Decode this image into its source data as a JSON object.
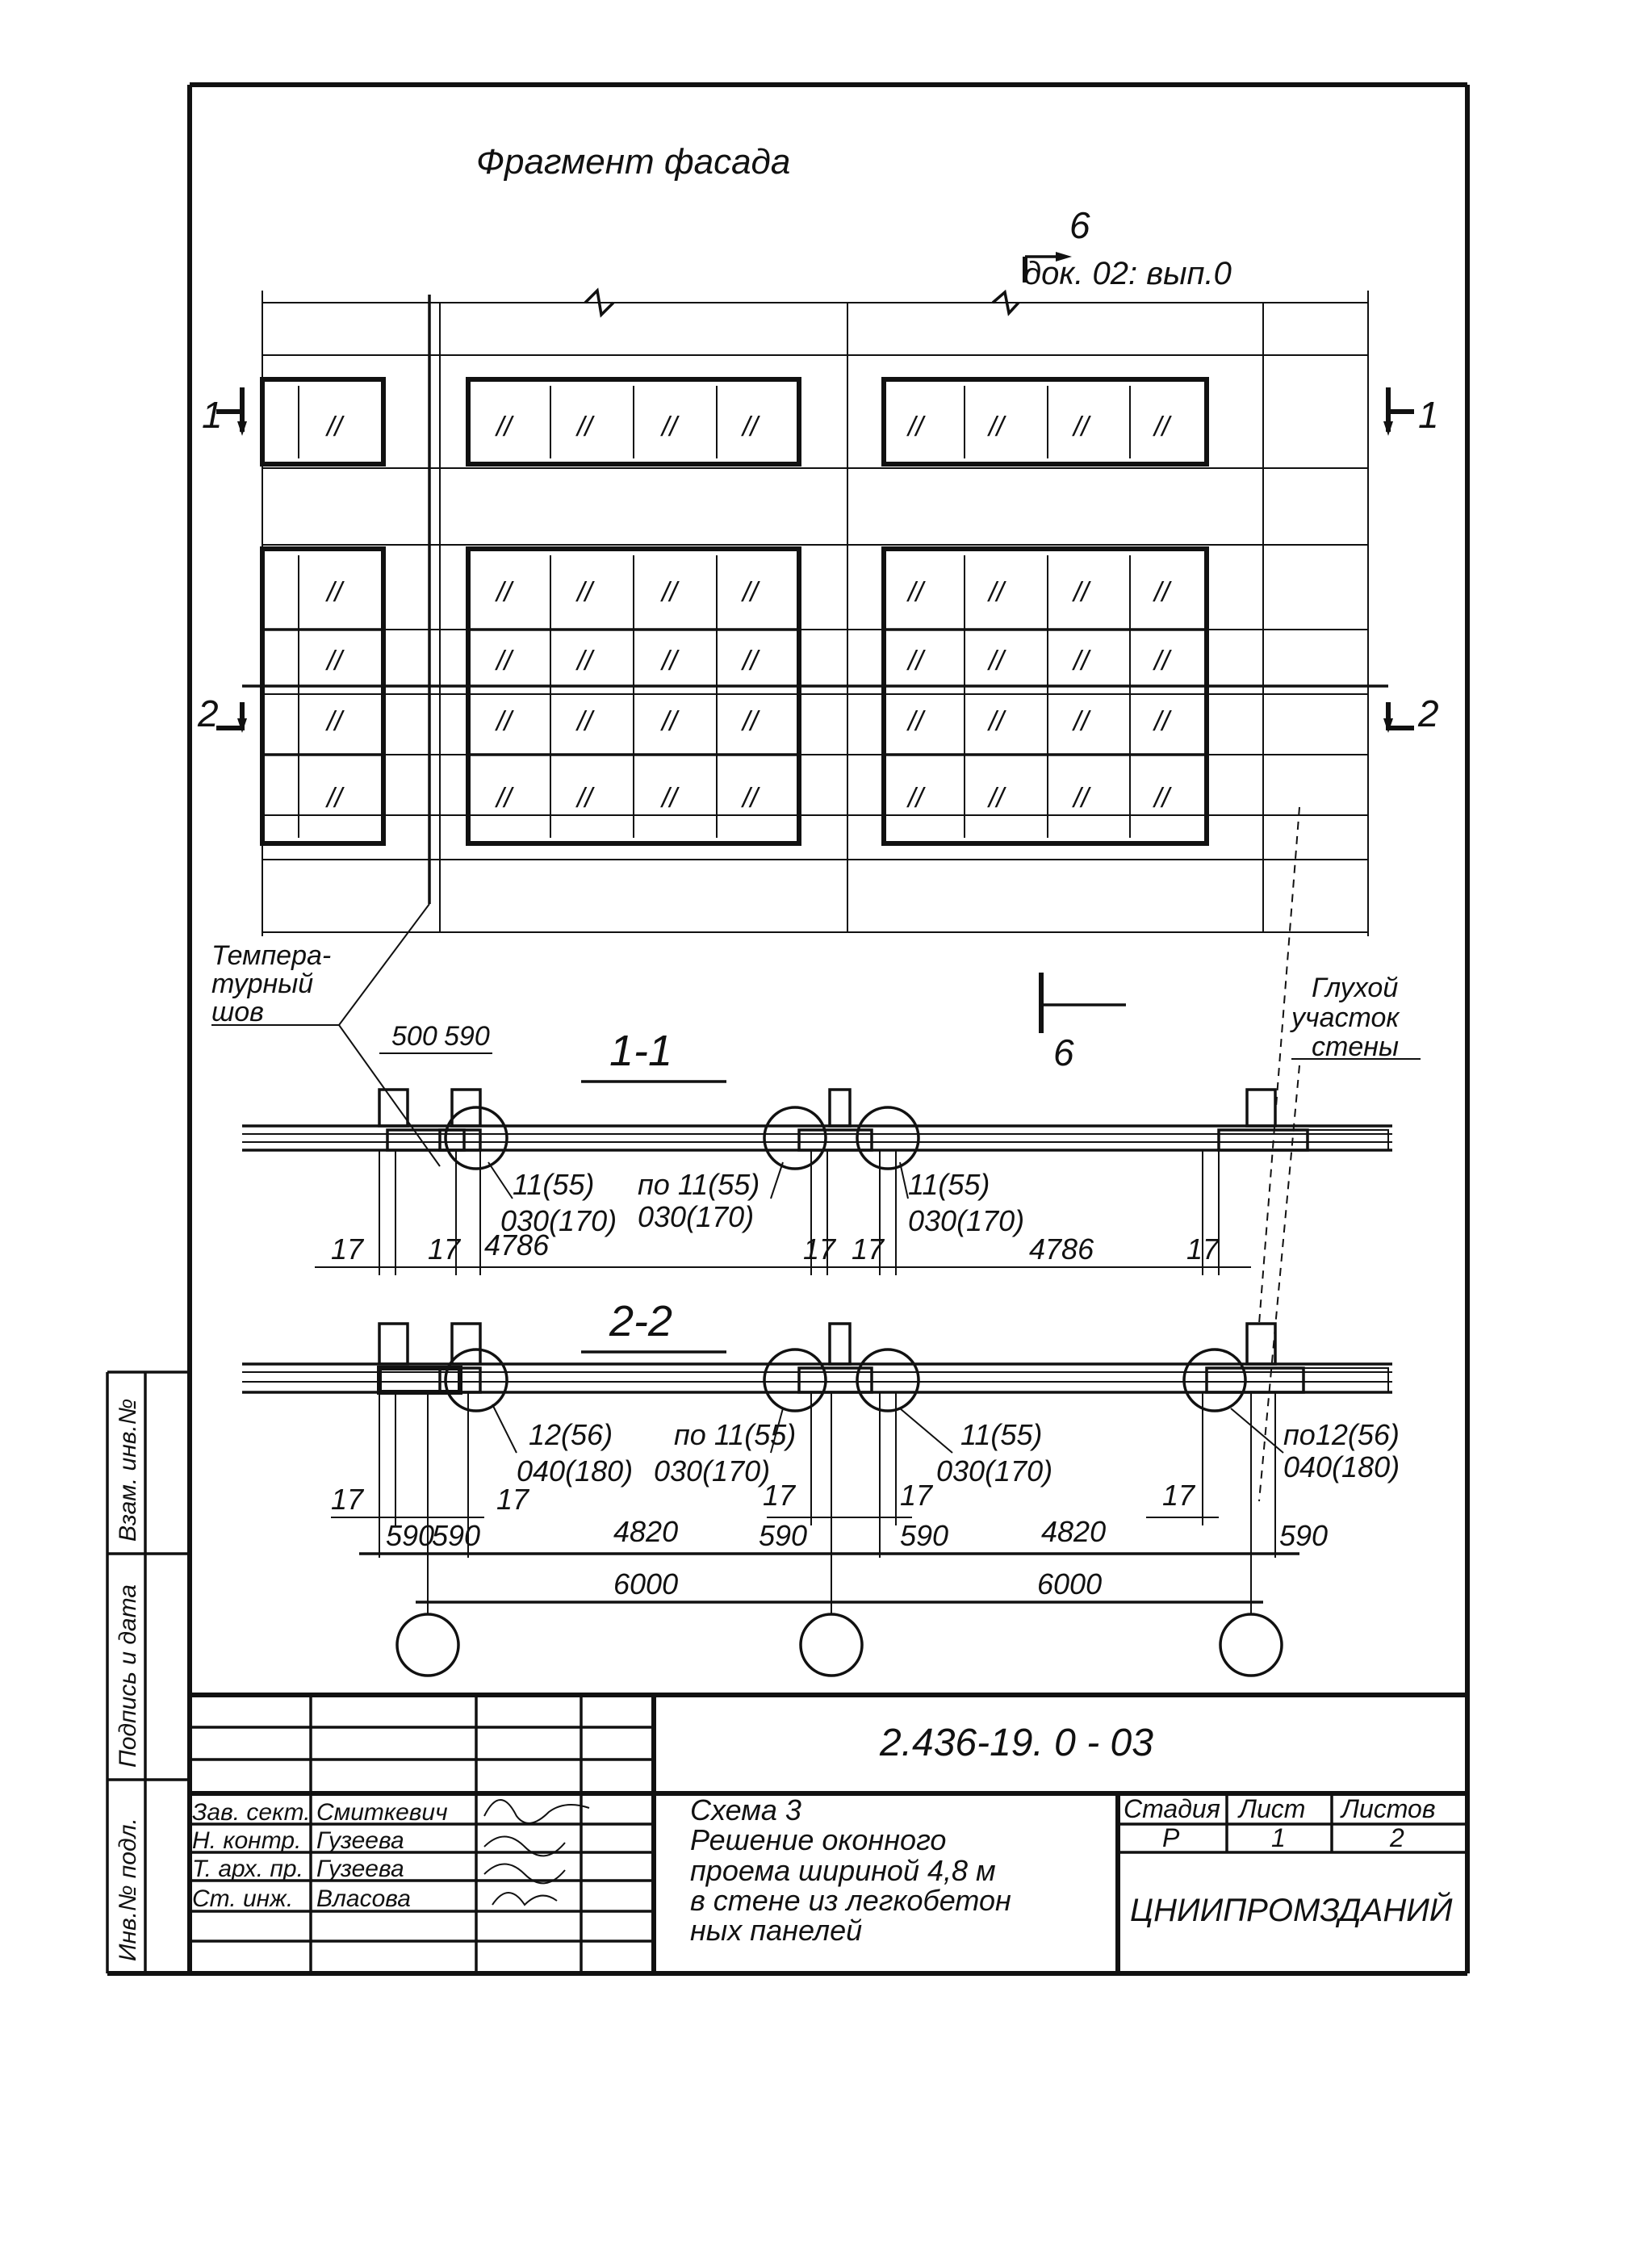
{
  "facade": {
    "title": "Фрагмент фасада",
    "section_mark": "6",
    "section_ref": "док. 02: вып.0",
    "cut_mark_1": "1",
    "cut_mark_2": "2",
    "section_mark_bottom": "6",
    "window_mark": "//"
  },
  "notes": {
    "temp_joint_1": "Темпера-",
    "temp_joint_2": "турный",
    "temp_joint_3": "шов",
    "blind_wall_1": "Глухой",
    "blind_wall_2": "участок",
    "blind_wall_3": "стены"
  },
  "section_1_1": {
    "title": "1-1",
    "top_dims": [
      "500",
      "590"
    ],
    "callouts": [
      "11(55)",
      "030(170)",
      "по 11(55)",
      "030(170)",
      "11(55)",
      "030(170)"
    ],
    "dims": [
      "17",
      "17",
      "4786",
      "17",
      "17",
      "4786",
      "17"
    ]
  },
  "section_2_2": {
    "title": "2-2",
    "callouts": [
      "12(56)",
      "040(180)",
      "по 11(55)",
      "030(170)",
      "11(55)",
      "030(170)",
      "по12(56)",
      "040(180)"
    ],
    "dims": [
      "17",
      "17",
      "17",
      "17",
      "17"
    ],
    "bottom_dims": [
      "590",
      "590",
      "4820",
      "590",
      "590",
      "4820",
      "590"
    ],
    "span_dims": [
      "6000",
      "6000"
    ]
  },
  "title_block": {
    "doc_code": "2.436-19. 0 - 03",
    "roles": [
      "Зав. сект.",
      "Н. контр.",
      "Т. арх. пр.",
      "Ст. инж."
    ],
    "names": [
      "Смиткевич",
      "Гузеева",
      "Гузеева",
      "Власова"
    ],
    "description_lines": [
      "Схема 3",
      "Решение оконного",
      "проема шириной 4,8 м",
      "в стене из легкобетон",
      "ных панелей"
    ],
    "stage_label": "Стадия",
    "sheet_label": "Лист",
    "sheets_label": "Листов",
    "stage_value": "Р",
    "sheet_value": "1",
    "sheets_value": "2",
    "organization": "ЦНИИПРОМЗДАНИЙ"
  },
  "side_stamp": {
    "inv_orig": "Инв.№ подл.",
    "sign_date": "Подпись и дата",
    "inv_replace": "Взам. инв.№"
  }
}
